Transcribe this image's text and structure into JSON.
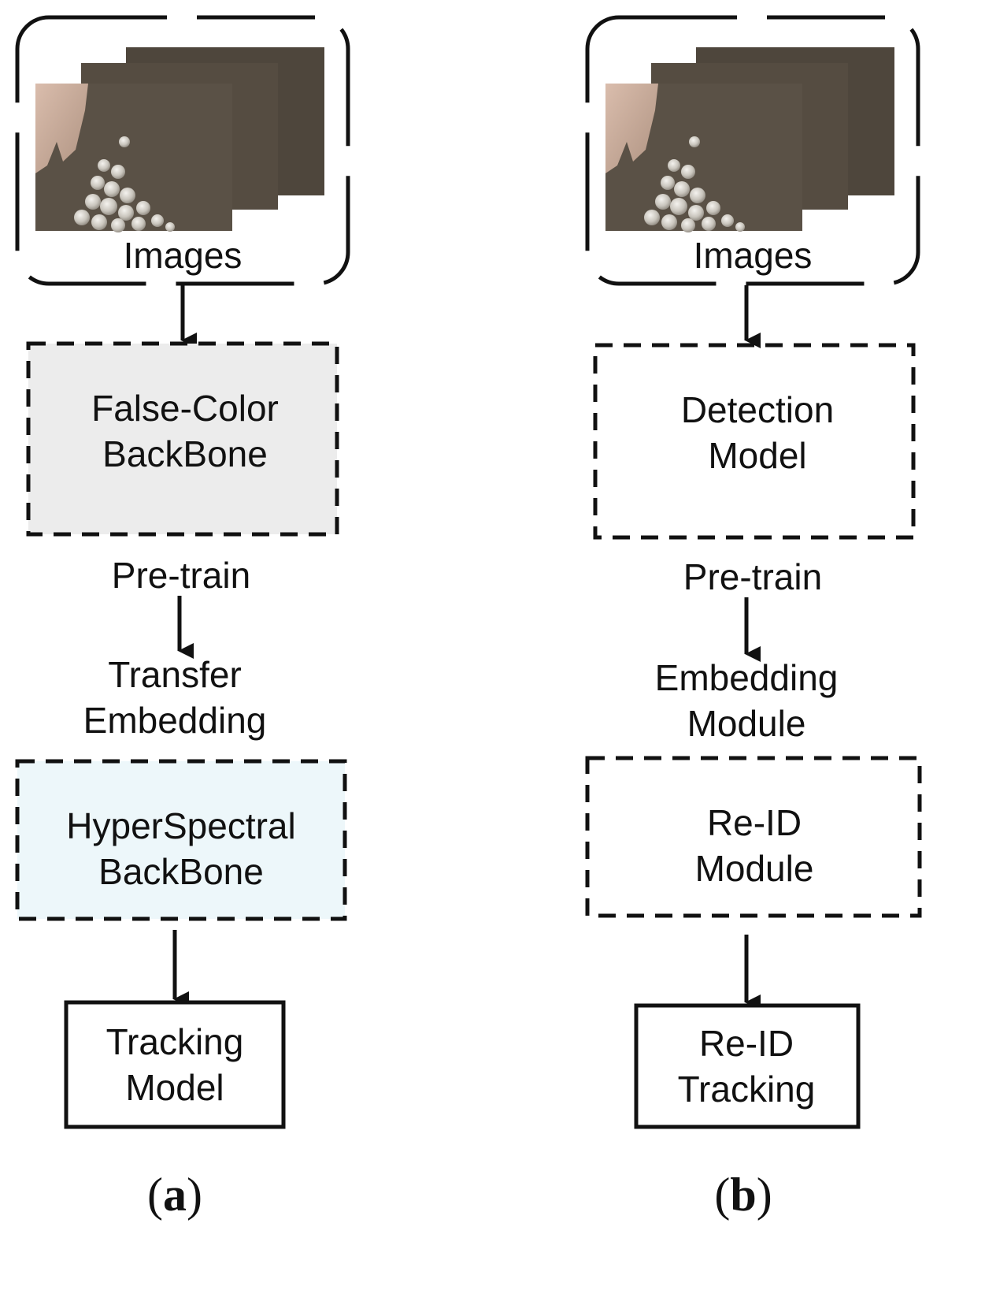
{
  "panel_a": {
    "images_label": "Images",
    "box1": {
      "line1": "False-Color",
      "line2": "BackBone"
    },
    "pretrain": "Pre-train",
    "transfer": {
      "line1": "Transfer",
      "line2": "Embedding"
    },
    "box2": {
      "line1": "HyperSpectral",
      "line2": "BackBone"
    },
    "box3": {
      "line1": "Tracking",
      "line2": "Model"
    },
    "caption": {
      "open": "(",
      "letter": "a",
      "close": ")"
    }
  },
  "panel_b": {
    "images_label": "Images",
    "box1": {
      "line1": "Detection",
      "line2": "Model"
    },
    "pretrain": "Pre-train",
    "embedding": {
      "line1": "Embedding",
      "line2": "Module"
    },
    "box2": {
      "line1": "Re-ID",
      "line2": "Module"
    },
    "box3": {
      "line1": "Re-ID",
      "line2": "Tracking"
    },
    "caption": {
      "open": "(",
      "letter": "b",
      "close": ")"
    }
  },
  "colors": {
    "stroke": "#111111",
    "box1_fill_a": "#ececec",
    "box2_fill_a": "#edf7fa",
    "frame_bg": "#4a4238",
    "frame_bg_light": "#5a5146"
  }
}
